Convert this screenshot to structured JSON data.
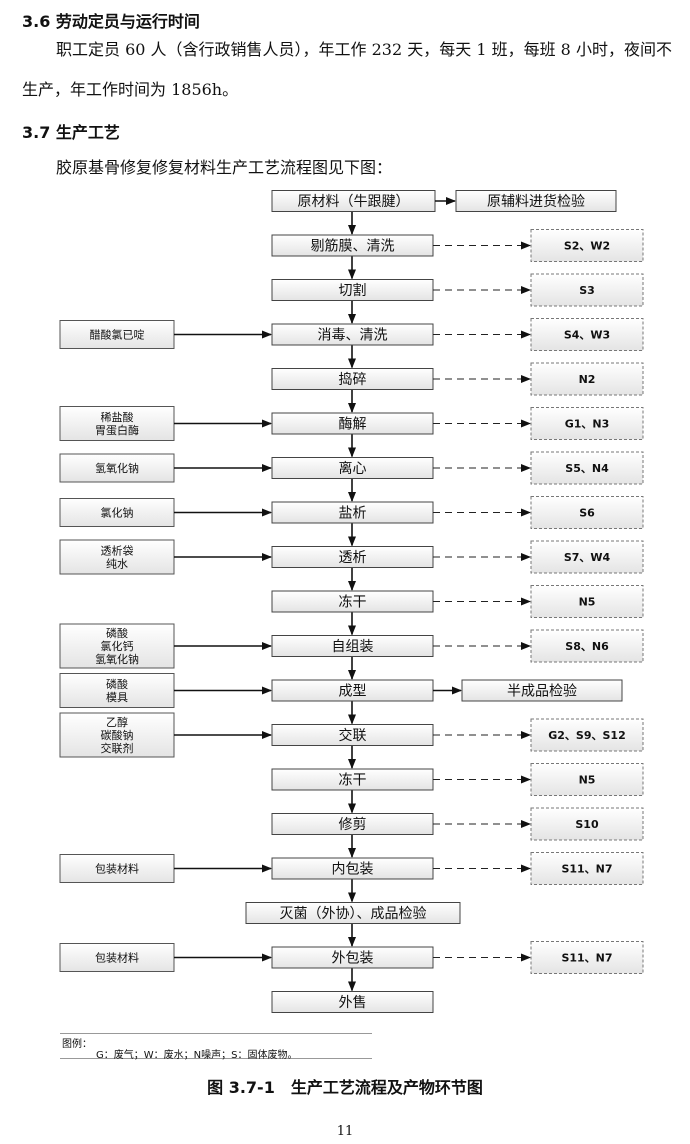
{
  "section_36": {
    "title": "3.6 劳动定员与运行时间",
    "body": "职工定员 60 人（含行政销售人员），年工作 232 天，每天 1 班，每班 8 小时，夜间不生产，年工作时间为 1856h。"
  },
  "section_37": {
    "title": "3.7 生产工艺",
    "intro": "胶原基骨修复修复材料生产工艺流程图见下图："
  },
  "flow": {
    "steps": [
      "原材料（牛跟腱）",
      "剔筋膜、清洗",
      "切割",
      "消毒、清洗",
      "捣碎",
      "酶解",
      "离心",
      "盐析",
      "透析",
      "冻干",
      "自组装",
      "成型",
      "交联",
      "冻干",
      "修剪",
      "内包装",
      "灭菌（外协）、成品检验",
      "外包装",
      "外售"
    ],
    "inputs": [
      {
        "step": 3,
        "lines": [
          "醋酸氯已啶"
        ]
      },
      {
        "step": 5,
        "lines": [
          "稀盐酸",
          "胃蛋白酶"
        ]
      },
      {
        "step": 6,
        "lines": [
          "氢氧化钠"
        ]
      },
      {
        "step": 7,
        "lines": [
          "氯化钠"
        ]
      },
      {
        "step": 8,
        "lines": [
          "透析袋",
          "纯水"
        ]
      },
      {
        "step": 10,
        "lines": [
          "磷酸",
          "氯化钙",
          "氢氧化钠"
        ]
      },
      {
        "step": 11,
        "lines": [
          "磷酸",
          "模具"
        ]
      },
      {
        "step": 12,
        "lines": [
          "乙醇",
          "碳酸钠",
          "交联剂"
        ]
      },
      {
        "step": 15,
        "lines": [
          "包装材料"
        ]
      },
      {
        "step": 17,
        "lines": [
          "包装材料"
        ]
      }
    ],
    "outputs": [
      {
        "step": 1,
        "label": "S2、W2"
      },
      {
        "step": 2,
        "label": "S3"
      },
      {
        "step": 3,
        "label": "S4、W3"
      },
      {
        "step": 4,
        "label": "N2"
      },
      {
        "step": 5,
        "label": "G1、N3"
      },
      {
        "step": 6,
        "label": "S5、N4"
      },
      {
        "step": 7,
        "label": "S6"
      },
      {
        "step": 8,
        "label": "S7、W4"
      },
      {
        "step": 9,
        "label": "N5"
      },
      {
        "step": 10,
        "label": "S8、N6"
      },
      {
        "step": 12,
        "label": "G2、S9、S12"
      },
      {
        "step": 13,
        "label": "N5"
      },
      {
        "step": 14,
        "label": "S10"
      },
      {
        "step": 15,
        "label": "S11、N7"
      },
      {
        "step": 17,
        "label": "S11、N7"
      }
    ],
    "side_checks": [
      {
        "step": 0,
        "label": "原辅料进货检验"
      },
      {
        "step": 11,
        "label": "半成品检验"
      }
    ]
  },
  "legend": {
    "title": "图例：",
    "body": "G：废气；W：废水；N噪声；S：固体废物。"
  },
  "figure_caption": "图 3.7-1　生产工艺流程及产物环节图",
  "page_number": "11"
}
